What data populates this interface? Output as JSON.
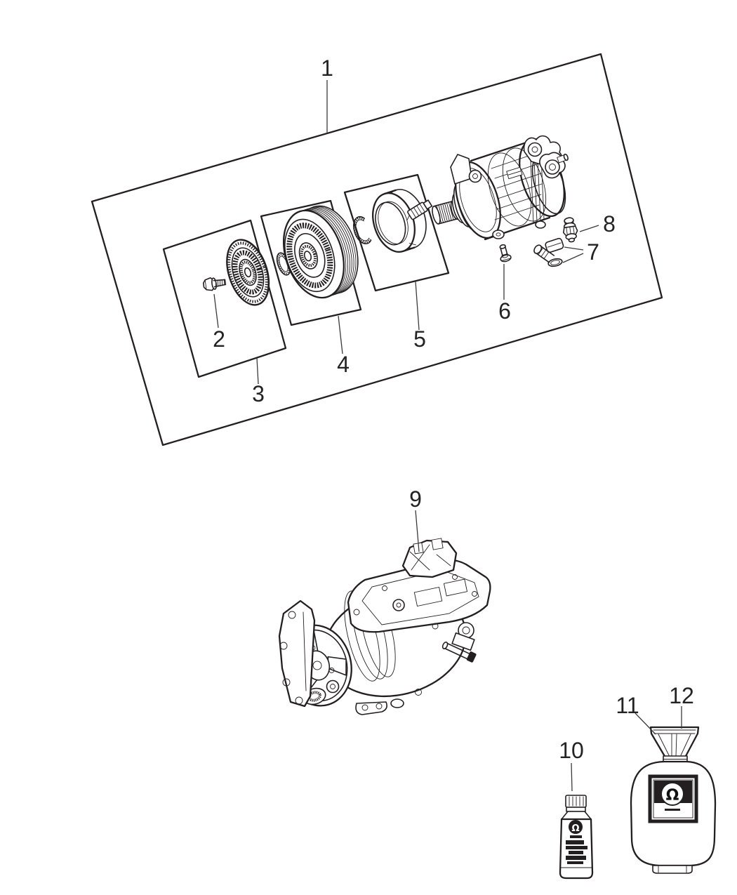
{
  "diagram": {
    "type": "exploded-parts-diagram",
    "background": "#ffffff",
    "line_color": "#231f20",
    "label_color": "#232323"
  },
  "callouts": {
    "c1": "1",
    "c2": "2",
    "c3": "3",
    "c4": "4",
    "c5": "5",
    "c6": "6",
    "c7": "7",
    "c8": "8",
    "c9": "9",
    "c10": "10",
    "c11": "11",
    "c12": "12"
  },
  "logos": {
    "bottle_logo_glyph": "Ω",
    "tank_logo_glyph": "Ω"
  }
}
